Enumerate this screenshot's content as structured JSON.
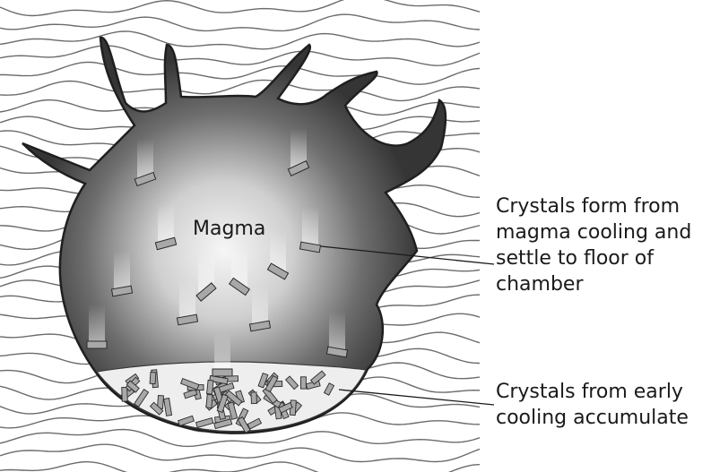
{
  "labels": {
    "magma": "Magma",
    "crystals_form": [
      "Crystals form from",
      "magma cooling and",
      "settle to floor of",
      "chamber"
    ],
    "crystals_accumulate": [
      "Crystals from early",
      "cooling accumulate"
    ]
  },
  "colors": {
    "rock_lines": "#6b6b6b",
    "chamber_edge": "#3a3a3a",
    "magma_center": "#f4f4f4",
    "magma_edge": "#353535",
    "crystal_fill": "#a8a8a8",
    "cumulate_fill": "#eeeeee"
  }
}
